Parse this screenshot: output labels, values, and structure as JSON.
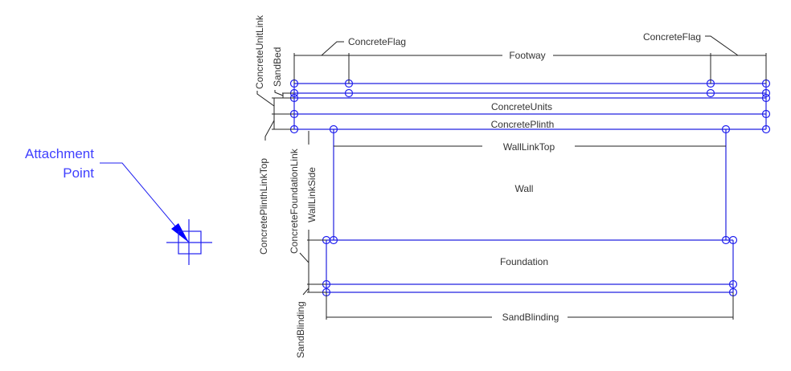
{
  "diagram": {
    "title": "Subassembly layout",
    "attachment": {
      "line1": "Attachment",
      "line2": "Point",
      "color": "#4040ff"
    },
    "shapes": {
      "concrete_units": "ConcreteUnits",
      "concrete_plinth": "ConcretePlinth",
      "wall": "Wall",
      "foundation": "Foundation"
    },
    "links": {
      "footway": "Footway",
      "concrete_flag_left": "ConcreteFlag",
      "concrete_flag_right": "ConcreteFlag",
      "wall_link_top": "WallLinkTop",
      "sand_blinding_bottom": "SandBlinding",
      "concrete_unit_link": "ConcreteUnitLink",
      "sand_bed": "SandBed",
      "concrete_plinth_link_top": "ConcretePlinthLinkTop",
      "concrete_foundation_link": "ConcreteFoundationLink",
      "wall_link_side": "WallLinkSide",
      "sand_blinding_side": "SandBlinding"
    },
    "colors": {
      "shape_line": "#2020e0",
      "dimension_line": "#222222",
      "label_text": "#333333"
    }
  }
}
